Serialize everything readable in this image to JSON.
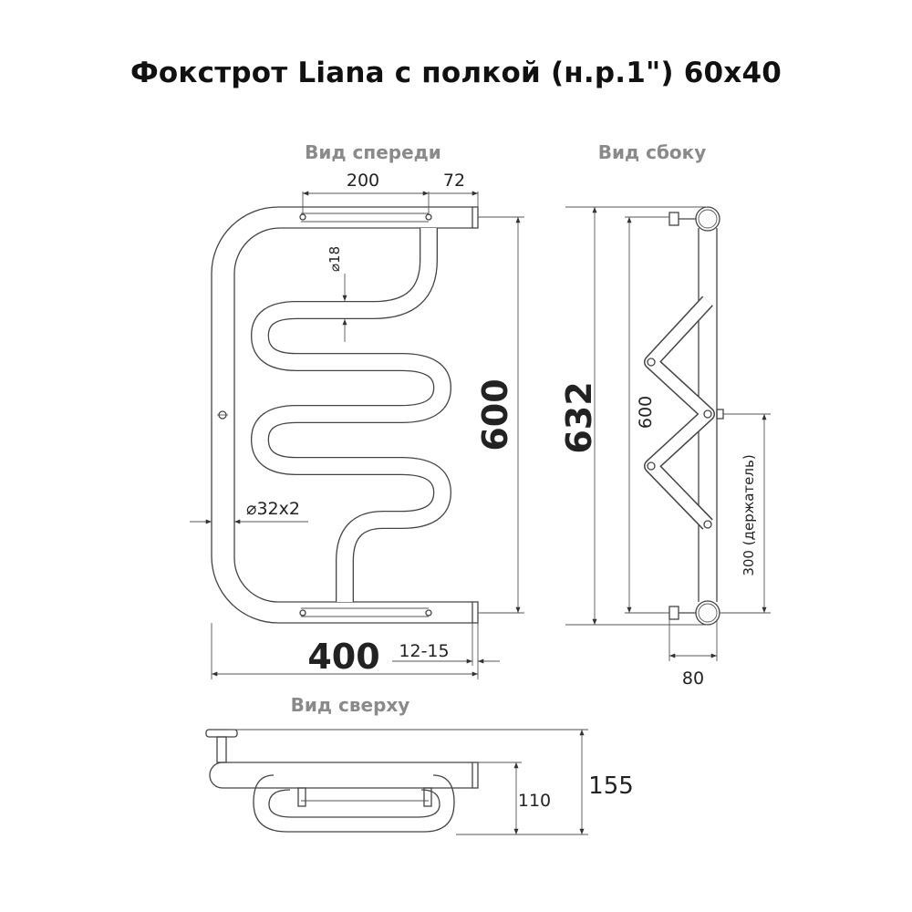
{
  "title": "Фокстрот Liana с полкой (н.р.1\") 60x40",
  "views": {
    "front": "Вид спереди",
    "side": "Вид сбоку",
    "top": "Вид сверху"
  },
  "dimensions": {
    "front_shelf_length": "200",
    "front_offset": "72",
    "coil_diameter": "18",
    "pipe_diameter": "32x2",
    "front_height": "600",
    "front_width": "400",
    "wall_gap": "12-15",
    "side_total_height": "632",
    "side_height": "600",
    "side_holder": "300 (держатель)",
    "side_depth": "80",
    "top_depth": "110",
    "top_total_depth": "155"
  }
}
